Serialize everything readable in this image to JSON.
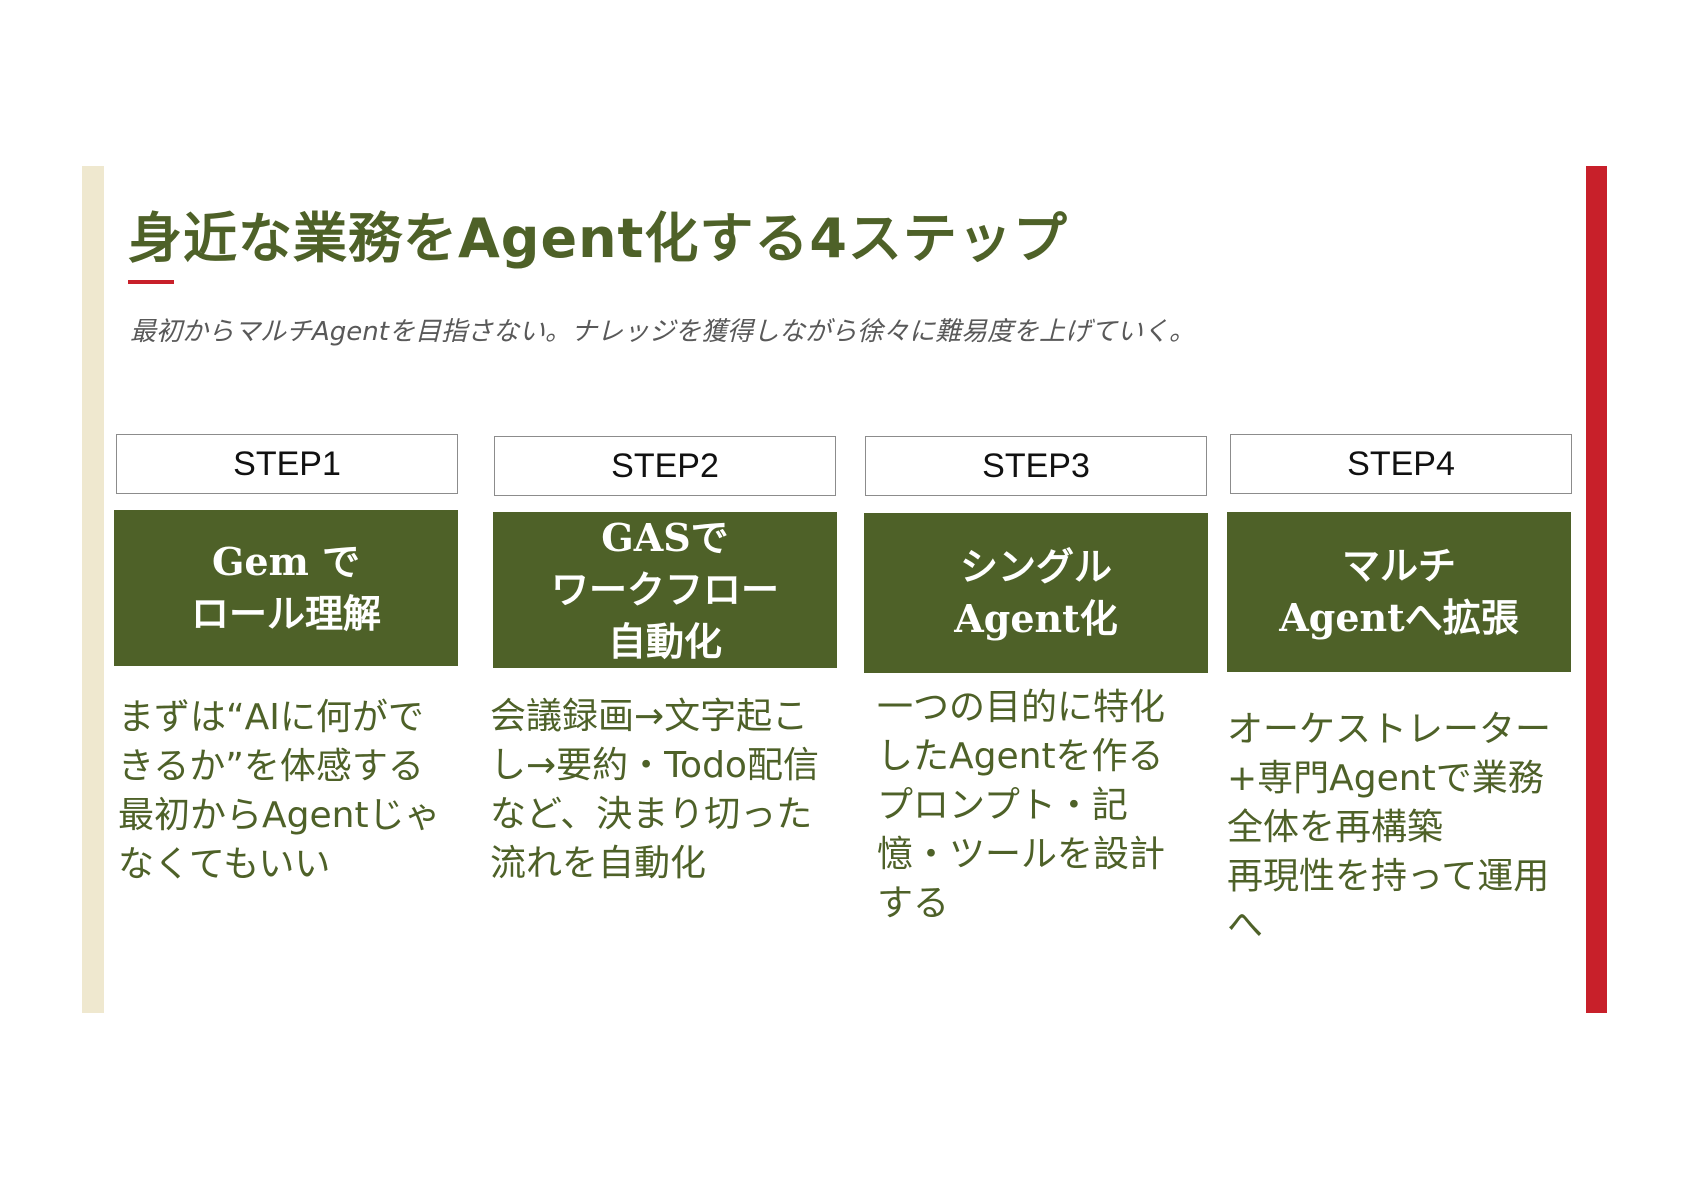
{
  "slide": {
    "title": "身近な業務をAgent化する4ステップ",
    "subtitle": "最初からマルチAgentを目指さない。ナレッジを獲得しながら徐々に難易度を上げていく。",
    "colors": {
      "accent_green": "#4e6128",
      "accent_red": "#c8202a",
      "side_beige": "#efe8cf"
    }
  },
  "steps": [
    {
      "label": "STEP1",
      "title_lines": [
        "Gem で",
        "ロール理解"
      ],
      "desc_lines": [
        "まずは“AIに何ができるか”を体感する",
        "最初からAgentじゃなくてもいい"
      ]
    },
    {
      "label": "STEP2",
      "title_lines": [
        "GASで",
        "ワークフロー",
        "自動化"
      ],
      "desc_lines": [
        "会議録画→文字起こし→要約・Todo配信など、決まり切った流れを自動化"
      ]
    },
    {
      "label": "STEP3",
      "title_lines": [
        "シングル",
        "Agent化"
      ],
      "desc_lines": [
        "一つの目的に特化したAgentを作る",
        "プロンプト・記憶・ツールを設計する"
      ]
    },
    {
      "label": "STEP4",
      "title_lines": [
        "マルチ",
        "Agentへ拡張"
      ],
      "desc_lines": [
        "オーケストレーター+専門Agentで業務全体を再構築",
        "再現性を持って運用へ"
      ]
    }
  ]
}
